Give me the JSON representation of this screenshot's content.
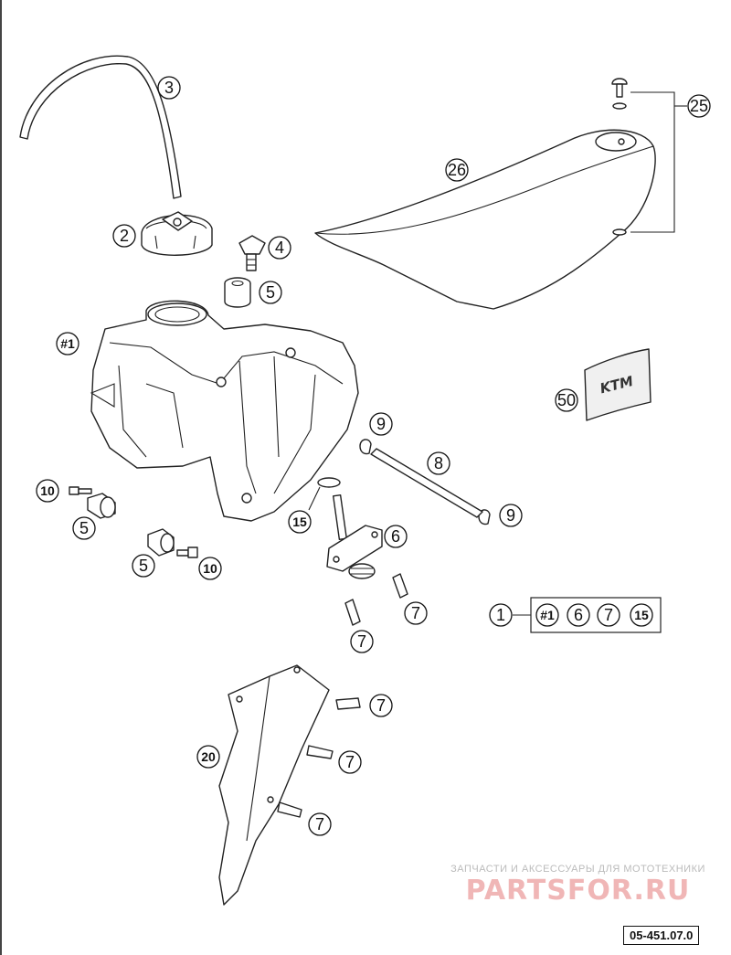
{
  "callouts": {
    "c3": "3",
    "c2": "2",
    "c4": "4",
    "c5a": "5",
    "c1a": "#1",
    "c26": "26",
    "c25": "25",
    "c50": "50",
    "c9a": "9",
    "c8": "8",
    "c9b": "9",
    "c10a": "10",
    "c5b": "5",
    "c15": "15",
    "c6": "6",
    "c5c": "5",
    "c10b": "10",
    "c7a": "7",
    "c7b": "7",
    "c1b": "1",
    "c1c": "#1",
    "c6b": "6",
    "c7c": "7",
    "c15b": "15",
    "c7d": "7",
    "c20": "20",
    "c7e": "7",
    "c7f": "7"
  },
  "watermark": {
    "tagline": "ЗАПЧАСТИ И АКСЕССУАРЫ ДЛЯ МОТОТЕХНИКИ",
    "brand": "PARTSFOR.RU"
  },
  "drawing_code": "05-451.07.0",
  "decal_text": "KTM"
}
